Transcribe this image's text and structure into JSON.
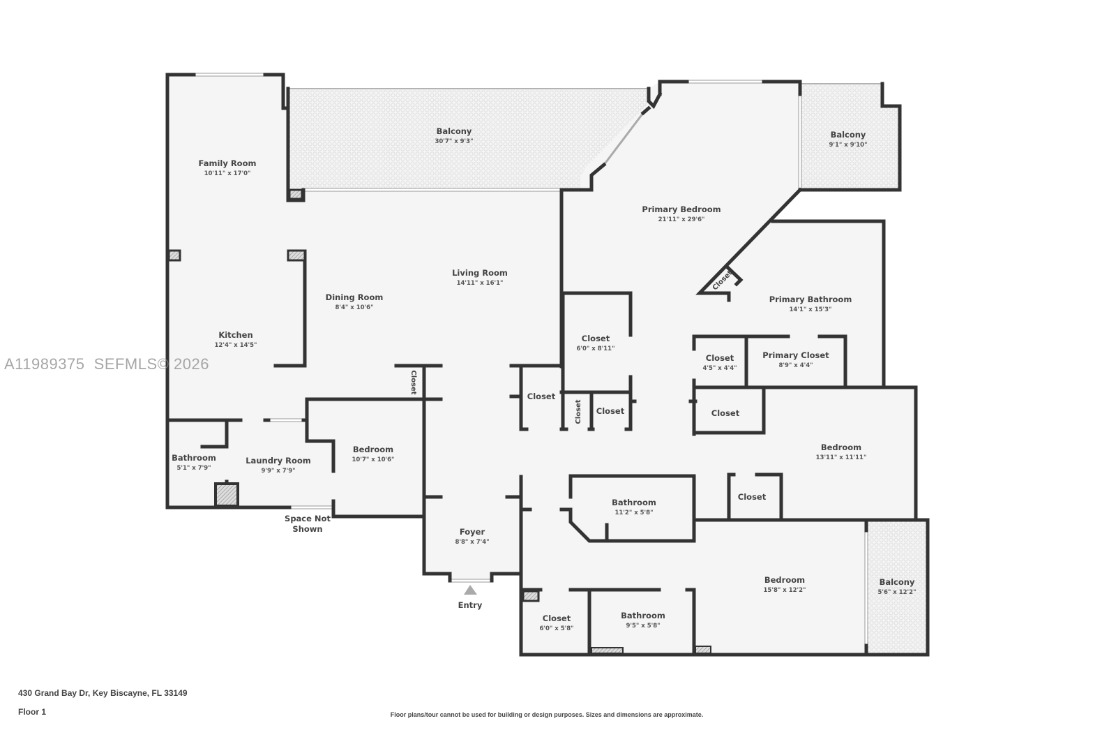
{
  "colors": {
    "wall": "#333333",
    "floor": "#f5f5f5",
    "balcony_pattern": "#dddddd",
    "watermark": "#969696"
  },
  "rooms": [
    {
      "name": "Balcony",
      "dims": "30'7\" x 9'3\""
    },
    {
      "name": "Family Room",
      "dims": "10'11\" x 17'0\""
    },
    {
      "name": "Living Room",
      "dims": "14'11\" x 16'1\""
    },
    {
      "name": "Dining Room",
      "dims": "8'4\" x 10'6\""
    },
    {
      "name": "Kitchen",
      "dims": "12'4\" x 14'5\""
    },
    {
      "name": "Primary Bedroom",
      "dims": "21'11\" x 29'6\""
    },
    {
      "name": "Balcony",
      "dims": "9'1\" x 9'10\""
    },
    {
      "name": "Closet"
    },
    {
      "name": "Primary Bathroom",
      "dims": "14'1\" x 15'3\""
    },
    {
      "name": "Closet",
      "dims": "6'0\" x 8'11\""
    },
    {
      "name": "Closet",
      "dims": "4'5\" x 4'4\""
    },
    {
      "name": "Primary Closet",
      "dims": "8'9\" x 4'4\""
    },
    {
      "name": "Closet"
    },
    {
      "name": "Closet"
    },
    {
      "name": "Closet"
    },
    {
      "name": "Closet"
    },
    {
      "name": "Closet"
    },
    {
      "name": "Bedroom",
      "dims": "13'11\" x 11'11\""
    },
    {
      "name": "Bathroom",
      "dims": "5'1\" x 7'9\""
    },
    {
      "name": "Laundry Room",
      "dims": "9'9\" x 7'9\""
    },
    {
      "name": "Bedroom",
      "dims": "10'7\" x 10'6\""
    },
    {
      "name": "Closet"
    },
    {
      "name": "Bathroom",
      "dims": "11'2\" x 5'8\""
    },
    {
      "name": "Space Not",
      "name2": "Shown"
    },
    {
      "name": "Foyer",
      "dims": "8'8\" x 7'4\""
    },
    {
      "name": "Entry"
    },
    {
      "name": "Bedroom",
      "dims": "15'8\" x 12'2\""
    },
    {
      "name": "Balcony",
      "dims": "5'6\" x 12'2\""
    },
    {
      "name": "Closet",
      "dims": "6'0\" x 5'8\""
    },
    {
      "name": "Bathroom",
      "dims": "9'5\" x 5'8\""
    }
  ],
  "watermark": "A11989375  SEFMLS© 2026",
  "footer": {
    "address": "430 Grand Bay Dr, Key Biscayne, FL 33149",
    "floor": "Floor 1",
    "disclaimer": "Floor plans/tour cannot be used for building or design purposes. Sizes and dimensions are approximate."
  }
}
